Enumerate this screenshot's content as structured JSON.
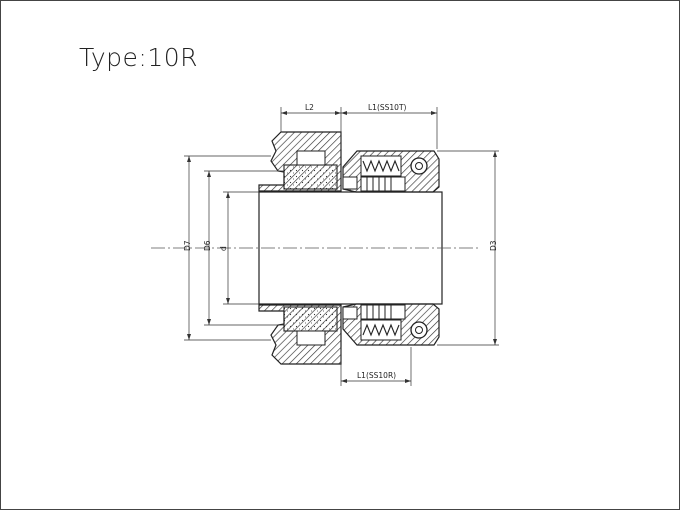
{
  "title": "Type:10R",
  "dimensions": {
    "l2": "L2",
    "l1_top": "L1(SS10T)",
    "l1_bottom": "L1(SS10R)",
    "d7": "D7",
    "d6": "D6",
    "d": "d",
    "d3": "D3"
  },
  "colors": {
    "line": "#222222",
    "hatch": "#444444",
    "fill": "#ffffff"
  }
}
